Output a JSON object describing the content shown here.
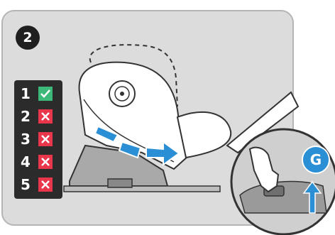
{
  "step_badge": {
    "label": "2"
  },
  "steps": [
    {
      "number": "1",
      "status": "check"
    },
    {
      "number": "2",
      "status": "cross"
    },
    {
      "number": "3",
      "status": "cross"
    },
    {
      "number": "4",
      "status": "cross"
    },
    {
      "number": "5",
      "status": "cross"
    }
  ],
  "callout": {
    "label": "G"
  },
  "colors": {
    "panel_bg": "#dcdcdc",
    "panel_border": "#b5b5b5",
    "list_bg": "#2b2b2b",
    "check_green": "#3cb878",
    "cross_red": "#e8374a",
    "arrow_blue": "#2b8fd6",
    "seat_fill": "#ffffff",
    "base_grey": "#a9a9a9"
  },
  "icons": [
    "check-icon",
    "cross-icon",
    "recline-arrow-icon",
    "up-arrow-icon",
    "hand-icon"
  ]
}
